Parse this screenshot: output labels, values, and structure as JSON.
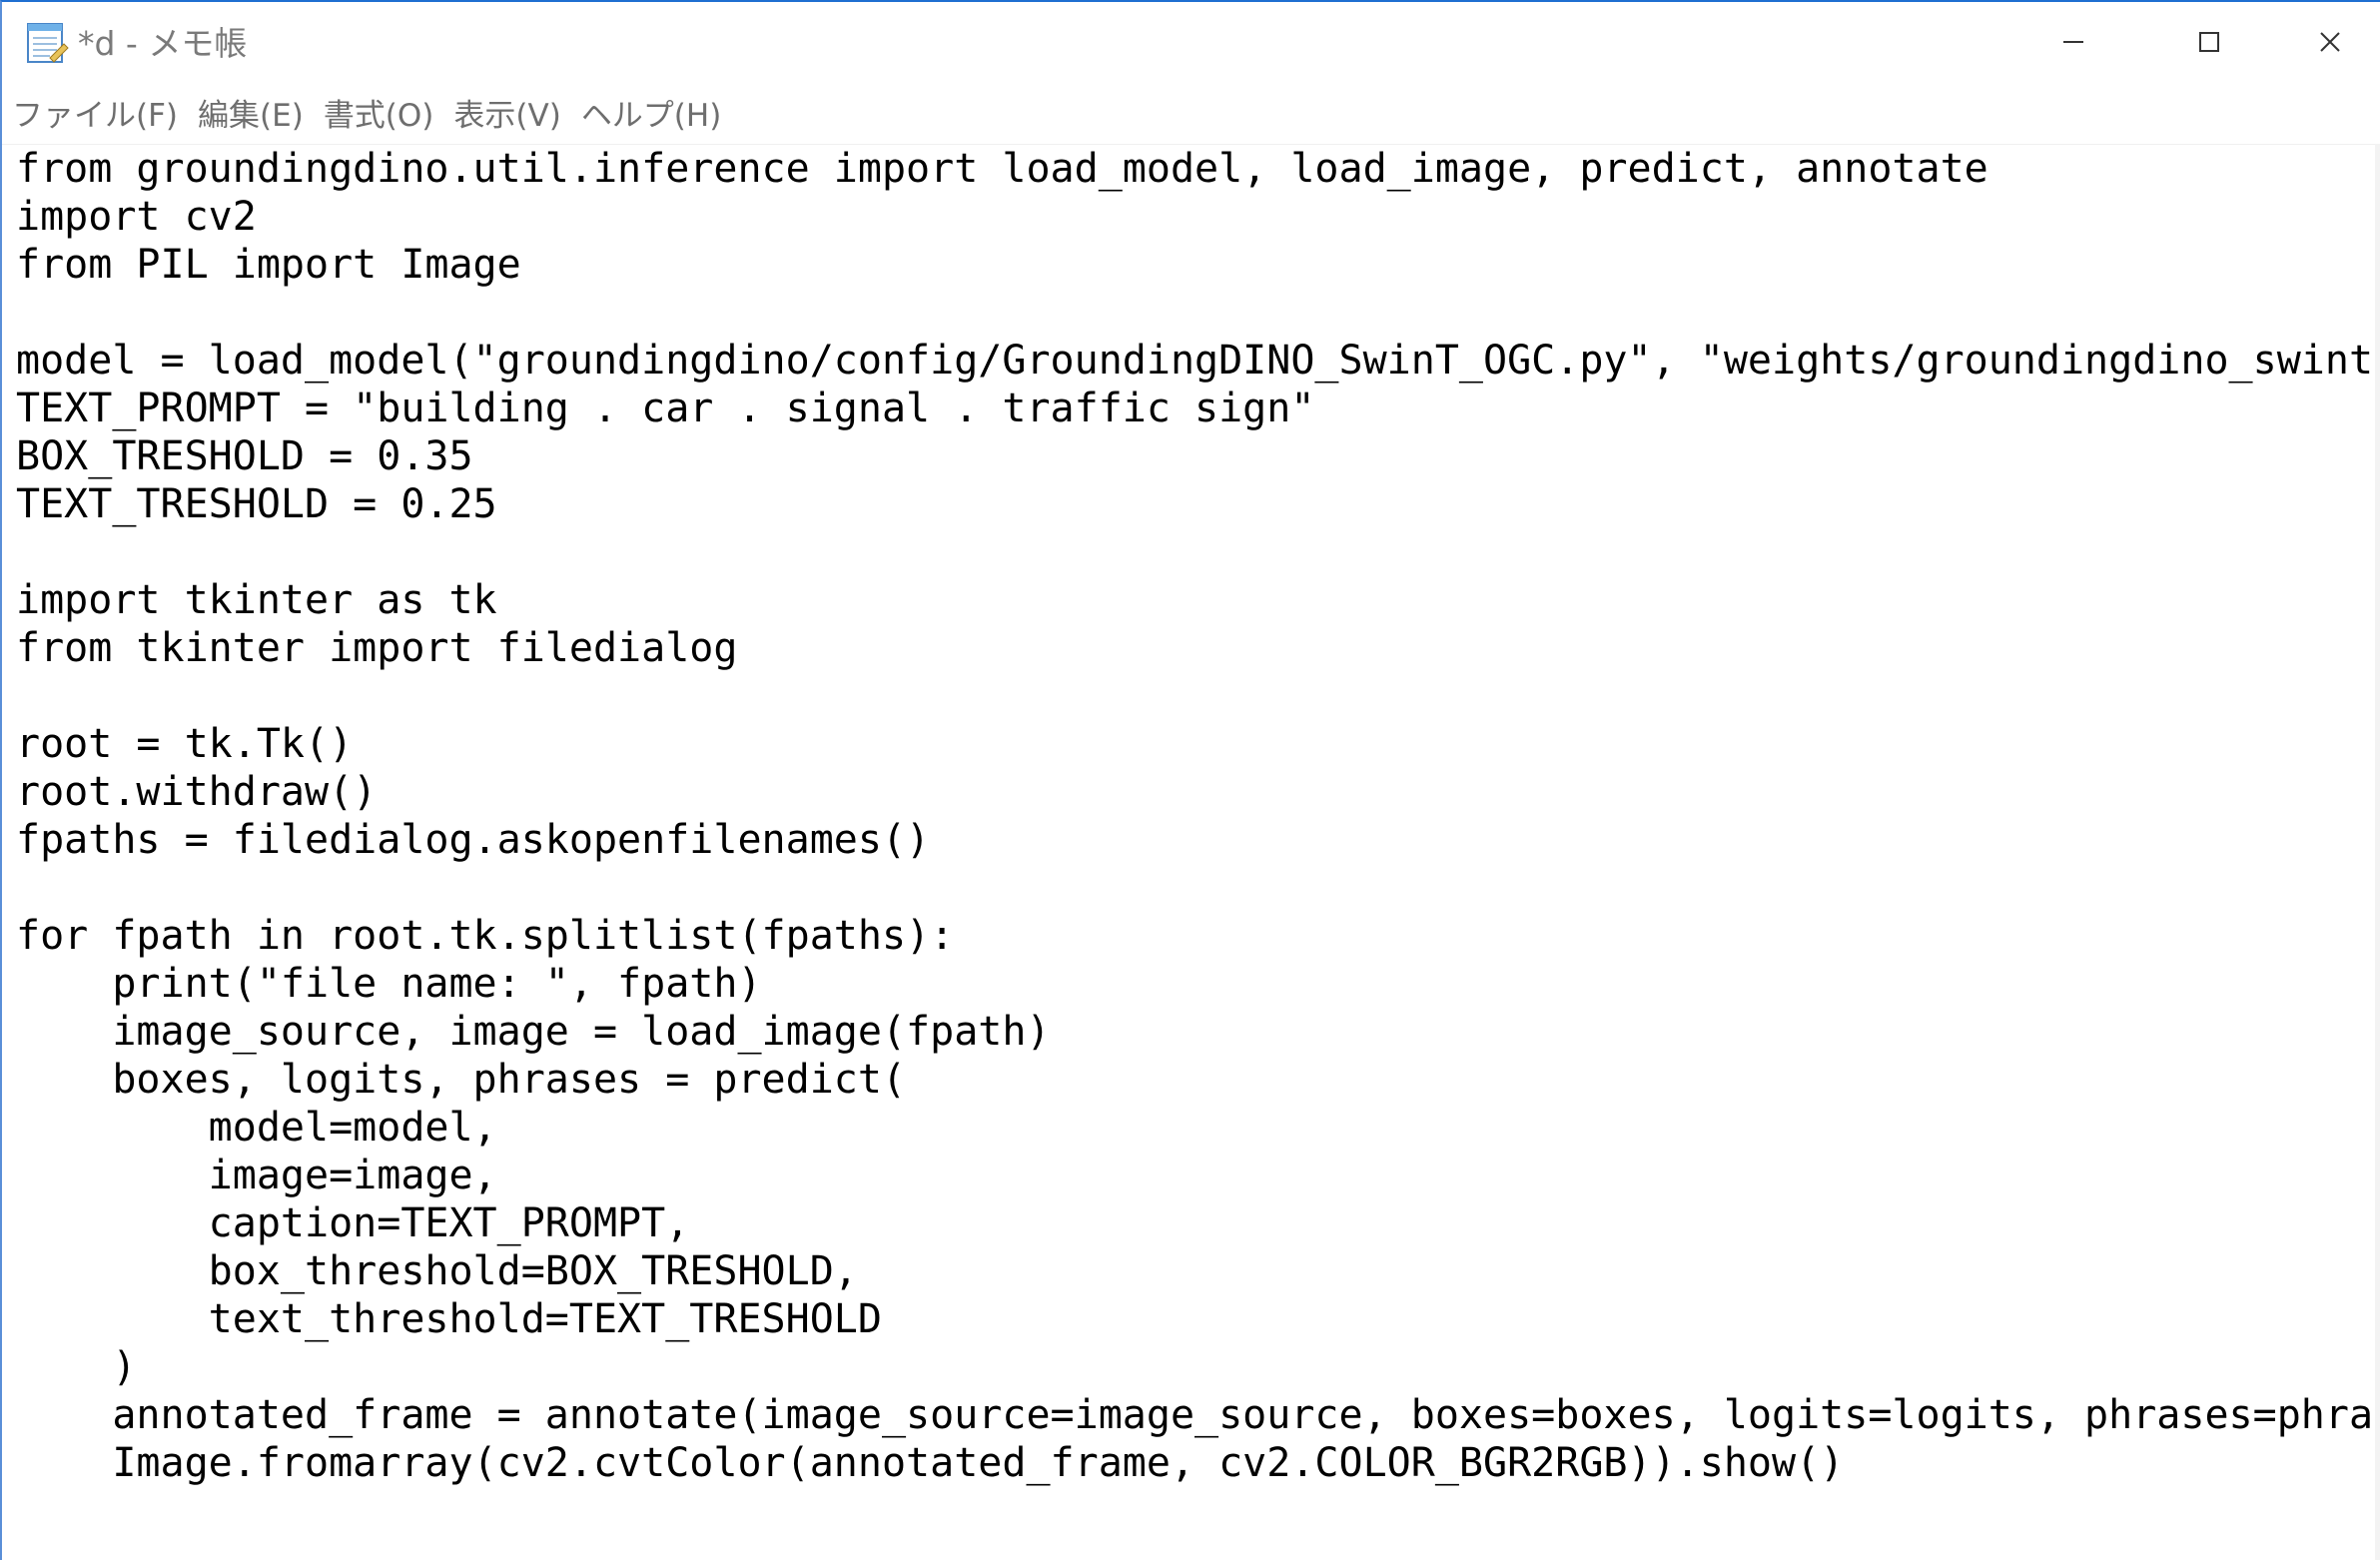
{
  "window": {
    "title": "*d - メモ帳",
    "minimize_label": "Minimize",
    "maximize_label": "Maximize",
    "close_label": "Close"
  },
  "menu": {
    "items": [
      {
        "label": "ファイル(F)"
      },
      {
        "label": "編集(E)"
      },
      {
        "label": "書式(O)"
      },
      {
        "label": "表示(V)"
      },
      {
        "label": "ヘルプ(H)"
      }
    ]
  },
  "icons": {
    "app": "notepad-icon",
    "minimize": "minimize-icon",
    "maximize": "maximize-icon",
    "close": "close-icon"
  },
  "colors": {
    "accent_border": "#1f6fd1",
    "menu_text": "#6e6e6e",
    "title_text": "#7a7a7a",
    "code_text": "#000000"
  },
  "editor": {
    "lines": [
      "from groundingdino.util.inference import load_model, load_image, predict, annotate",
      "import cv2",
      "from PIL import Image",
      "",
      "model = load_model(\"groundingdino/config/GroundingDINO_SwinT_OGC.py\", \"weights/groundingdino_swint",
      "TEXT_PROMPT = \"building . car . signal . traffic sign\"",
      "BOX_TRESHOLD = 0.35",
      "TEXT_TRESHOLD = 0.25",
      "",
      "import tkinter as tk",
      "from tkinter import filedialog",
      "",
      "root = tk.Tk()",
      "root.withdraw()",
      "fpaths = filedialog.askopenfilenames()",
      "",
      "for fpath in root.tk.splitlist(fpaths):",
      "    print(\"file name: \", fpath)",
      "    image_source, image = load_image(fpath)",
      "    boxes, logits, phrases = predict(",
      "        model=model,",
      "        image=image,",
      "        caption=TEXT_PROMPT,",
      "        box_threshold=BOX_TRESHOLD,",
      "        text_threshold=TEXT_TRESHOLD",
      "    )",
      "    annotated_frame = annotate(image_source=image_source, boxes=boxes, logits=logits, phrases=phra",
      "    Image.fromarray(cv2.cvtColor(annotated_frame, cv2.COLOR_BGR2RGB)).show()"
    ]
  }
}
